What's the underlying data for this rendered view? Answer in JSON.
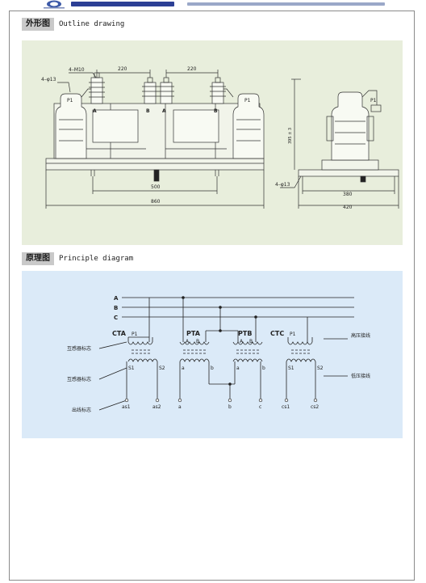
{
  "outline": {
    "tag": "外形图",
    "title_en": "Outline drawing",
    "front": {
      "hole_label": "4–φ13",
      "thread_label": "4–M10",
      "dim_top_left": "220",
      "dim_top_right": "220",
      "dim_mid": "500",
      "dim_total": "860",
      "p1_left": "P1",
      "p1_right": "P1",
      "a_left": "A",
      "b_left": "B",
      "a_right": "A",
      "b_right": "B"
    },
    "side": {
      "hole_label": "4–φ13",
      "height_label": "395 ± 3",
      "dim_inner": "380",
      "dim_outer": "420",
      "p1": "P1"
    }
  },
  "principle": {
    "tag": "原理图",
    "title_en": "Principle diagram",
    "phases": [
      "A",
      "B",
      "C"
    ],
    "cta": "CTA",
    "pta": "PTA",
    "ptb": "PTB",
    "ctc": "CTC",
    "p1_cta": "P1",
    "p1_ctc": "P1",
    "pta_a": "A",
    "pta_b": "B",
    "ptb_a": "A",
    "ptb_b": "B",
    "label_hv": "高压接线",
    "label_lv": "低压接线",
    "label_transformer_mark_1": "互感器标志",
    "label_transformer_mark_2": "互感器标志",
    "label_outlet_mark": "出线标志",
    "s1_cta": "S1",
    "s2_cta": "S2",
    "s1_ctc": "S1",
    "s2_ctc": "S2",
    "sec_a1": "a",
    "sec_b1": "b",
    "sec_a2": "a",
    "sec_b2": "b",
    "out_as1": "as1",
    "out_as2": "as2",
    "out_a": "a",
    "out_b": "b",
    "out_c": "c",
    "out_cs1": "cs1",
    "out_cs2": "cs2"
  }
}
